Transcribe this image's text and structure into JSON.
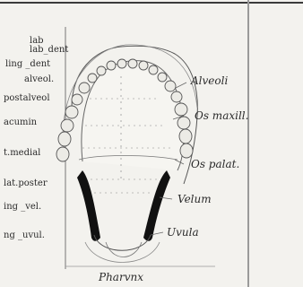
{
  "diagram": {
    "left_labels": {
      "lab": "lab",
      "lab_dent": "lab_dent",
      "ling_dent": "ling _dent",
      "alveol": "alveol.",
      "postalveol": "postalveol",
      "cacumin": "acumin",
      "medial": "t.medial",
      "palat_poster": "lat.poster",
      "ling_vel": "ing _vel.",
      "ling_uvul": "ng _uvul."
    },
    "right_labels": {
      "alveoli": "Alveoli",
      "os_maxill": "Os maxill.",
      "os_palat": "Os palat.",
      "velum": "Velum",
      "uvula": "Uvula"
    },
    "caption": "Pharvnx"
  }
}
